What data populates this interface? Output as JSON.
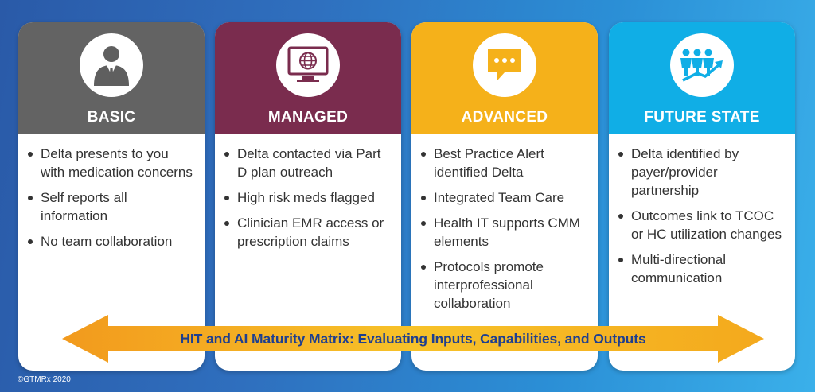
{
  "colors": {
    "basic": "#636363",
    "managed": "#7a2c4e",
    "advanced": "#f5b11a",
    "future": "#10aee6",
    "arrow_text": "#1f3f8f"
  },
  "cards": [
    {
      "title": "BASIC",
      "icon": "person-icon",
      "bullets": [
        "Delta presents to you with medication concerns",
        "Self reports all information",
        "No team collaboration"
      ]
    },
    {
      "title": "MANAGED",
      "icon": "monitor-globe-icon",
      "bullets": [
        "Delta contacted via Part D plan outreach",
        "High risk meds flagged",
        "Clinician EMR access or prescription claims"
      ]
    },
    {
      "title": "ADVANCED",
      "icon": "chat-bubble-icon",
      "bullets": [
        "Best Practice Alert identified Delta",
        "Integrated Team Care",
        "Health IT supports CMM elements",
        "Protocols promote interprofessional collaboration"
      ]
    },
    {
      "title": "FUTURE STATE",
      "icon": "team-growth-icon",
      "bullets": [
        "Delta identified by payer/provider partnership",
        "Outcomes link to TCOC or HC utilization changes",
        "Multi-directional communication"
      ]
    }
  ],
  "arrow_label": "HIT and AI Maturity Matrix: Evaluating Inputs, Capabilities, and Outputs",
  "copyright": "©GTMRx 2020"
}
